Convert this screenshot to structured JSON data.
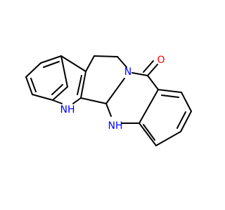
{
  "molecule": {
    "atom_labels": {
      "indole_nh": "NH",
      "amine_nh": "NH",
      "ring_n": "N",
      "carbonyl_o": "O"
    },
    "colors": {
      "bond": "#000000",
      "nitrogen": "#0000ff",
      "oxygen": "#ff0000",
      "background": "#ffffff"
    }
  }
}
